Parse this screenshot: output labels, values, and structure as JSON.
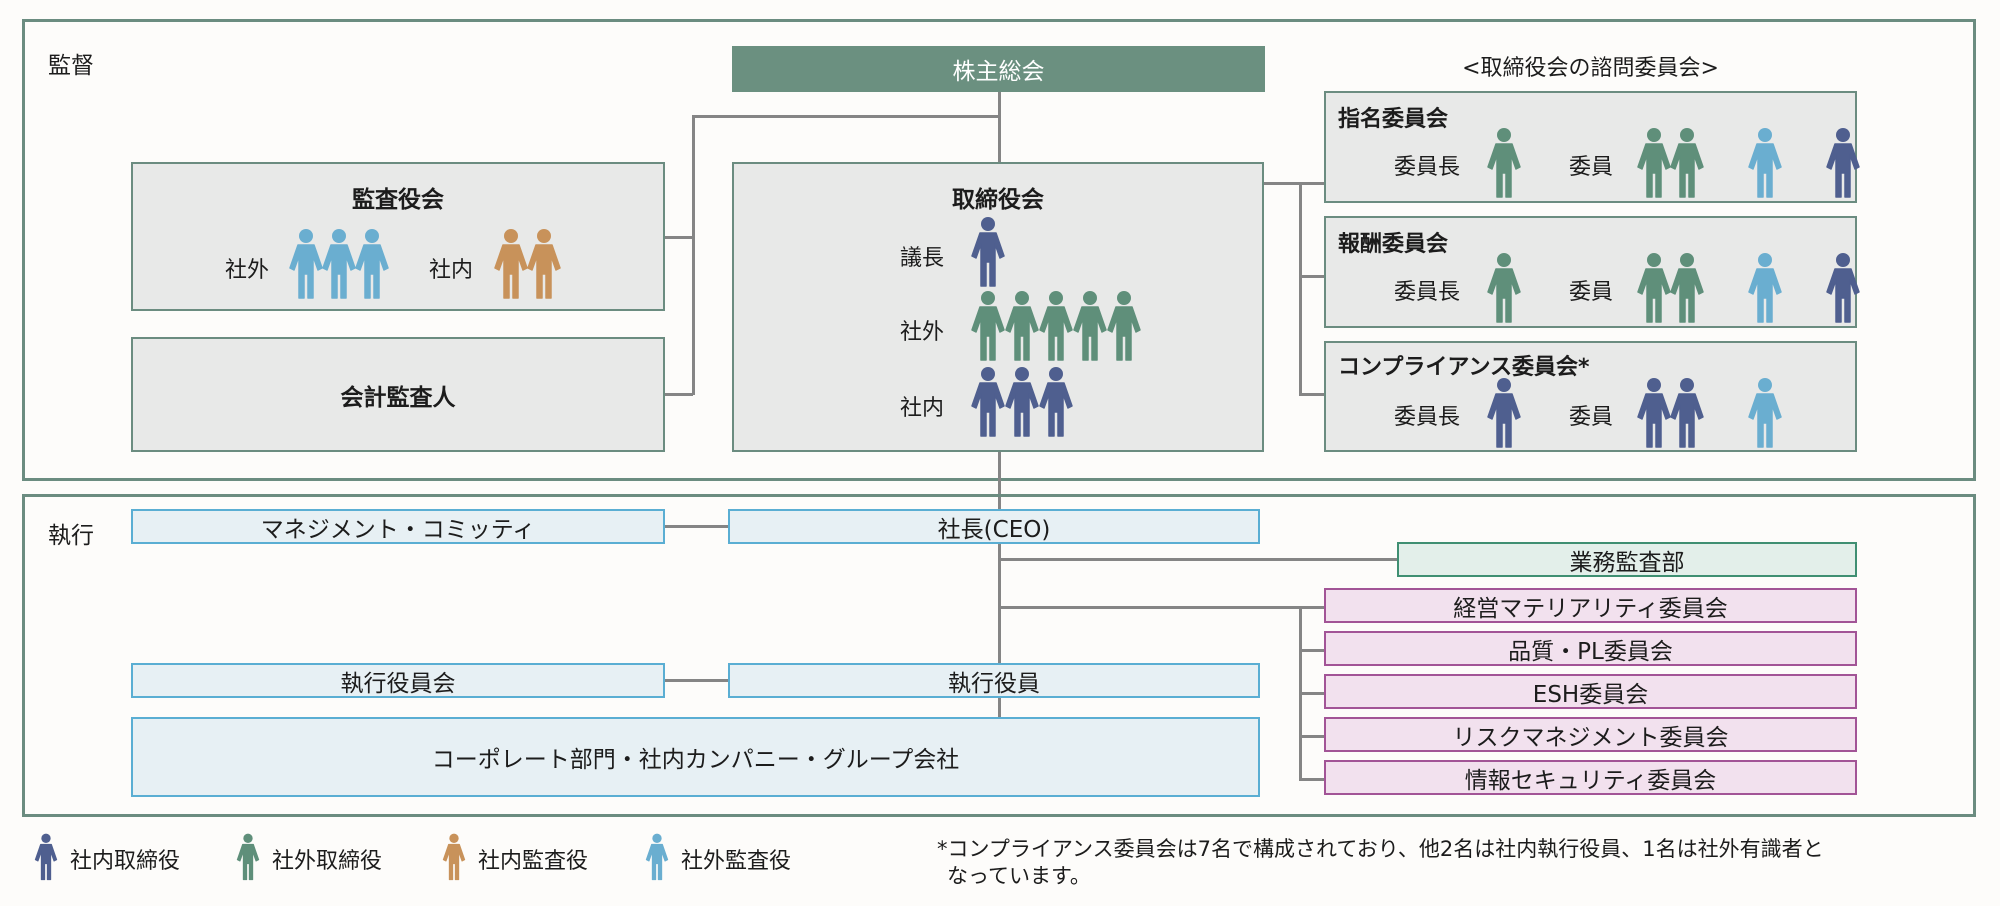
{
  "colors": {
    "inside_director": "#4f5f8f",
    "outside_director": "#5f8f7a",
    "inside_auditor": "#c8925a",
    "outside_auditor": "#6aaed0"
  },
  "supervision": {
    "label": "監督",
    "shareholders_meeting": "株主総会",
    "audit_board": {
      "title": "監査役会",
      "groups": [
        {
          "label": "社外",
          "type": "outside_auditor",
          "count": 3
        },
        {
          "label": "社内",
          "type": "inside_auditor",
          "count": 2
        }
      ]
    },
    "accounting_auditor": "会計監査人",
    "board": {
      "title": "取締役会",
      "rows": [
        {
          "label": "議長",
          "type": "inside_director",
          "count": 1
        },
        {
          "label": "社外",
          "type": "outside_director",
          "count": 5
        },
        {
          "label": "社内",
          "type": "inside_director",
          "count": 3
        }
      ]
    },
    "advisory_header": "<取締役会の諮問委員会>",
    "advisory_committees": [
      {
        "title": "指名委員会",
        "chair_label": "委員長",
        "member_label": "委員",
        "chair": [
          "outside_director"
        ],
        "members": [
          [
            "outside_director",
            "outside_director"
          ],
          [
            "outside_auditor"
          ],
          [
            "inside_director"
          ]
        ]
      },
      {
        "title": "報酬委員会",
        "chair_label": "委員長",
        "member_label": "委員",
        "chair": [
          "outside_director"
        ],
        "members": [
          [
            "outside_director",
            "outside_director"
          ],
          [
            "outside_auditor"
          ],
          [
            "inside_director"
          ]
        ]
      },
      {
        "title": "コンプライアンス委員会*",
        "chair_label": "委員長",
        "member_label": "委員",
        "chair": [
          "inside_director"
        ],
        "members": [
          [
            "inside_director",
            "inside_director"
          ],
          [
            "outside_auditor"
          ]
        ]
      }
    ]
  },
  "execution": {
    "label": "執行",
    "management_committee": "マネジメント・コミッティ",
    "ceo": "社長(CEO)",
    "internal_audit": "業務監査部",
    "committees": [
      "経営マテリアリティ委員会",
      "品質・PL委員会",
      "ESH委員会",
      "リスクマネジメント委員会",
      "情報セキュリティ委員会"
    ],
    "executive_officers_meeting": "執行役員会",
    "executive_officers": "執行役員",
    "divisions": "コーポレート部門・社内カンパニー・グループ会社"
  },
  "legend": [
    {
      "type": "inside_director",
      "label": "社内取締役"
    },
    {
      "type": "outside_director",
      "label": "社外取締役"
    },
    {
      "type": "inside_auditor",
      "label": "社内監査役"
    },
    {
      "type": "outside_auditor",
      "label": "社外監査役"
    }
  ],
  "footnote": {
    "line1": "*コンプライアンス委員会は7名で構成されており、他2名は社内執行役員、1名は社外有識者と",
    "line2": "なっています。"
  }
}
